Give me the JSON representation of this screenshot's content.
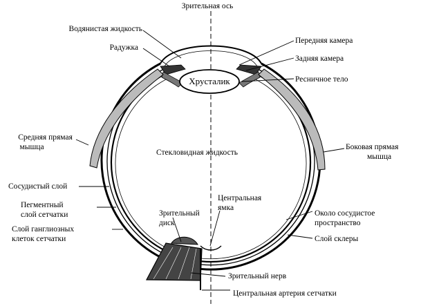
{
  "diagram": {
    "labels": {
      "visual_axis": "Зрительная ось",
      "aqueous_humor": "Водянистая жидкость",
      "iris": "Радужка",
      "anterior_chamber": "Передняя камера",
      "posterior_chamber": "Задняя камера",
      "ciliary_body": "Ресничное тело",
      "lens": "Хрусталик",
      "medial_rectus": [
        "Средняя прямая",
        "мышца"
      ],
      "lateral_rectus": [
        "Боковая прямая",
        "мышца"
      ],
      "vitreous_humor": "Стекловидная жидкость",
      "choroid": "Сосудистый слой",
      "pigment_layer": [
        "Пегментный",
        "слой сетчатки"
      ],
      "ganglion_layer": [
        "Слой ганглиозных",
        "клеток сетчатки"
      ],
      "optic_disc": [
        "Зрительный",
        "диск"
      ],
      "fovea": [
        "Центральная",
        "ямка"
      ],
      "perivascular_space": [
        "Около сосудистое",
        "пространство"
      ],
      "sclera": "Слой склеры",
      "optic_nerve": "Зрительный нерв",
      "central_artery": "Центральная артерия сетчатки"
    }
  }
}
